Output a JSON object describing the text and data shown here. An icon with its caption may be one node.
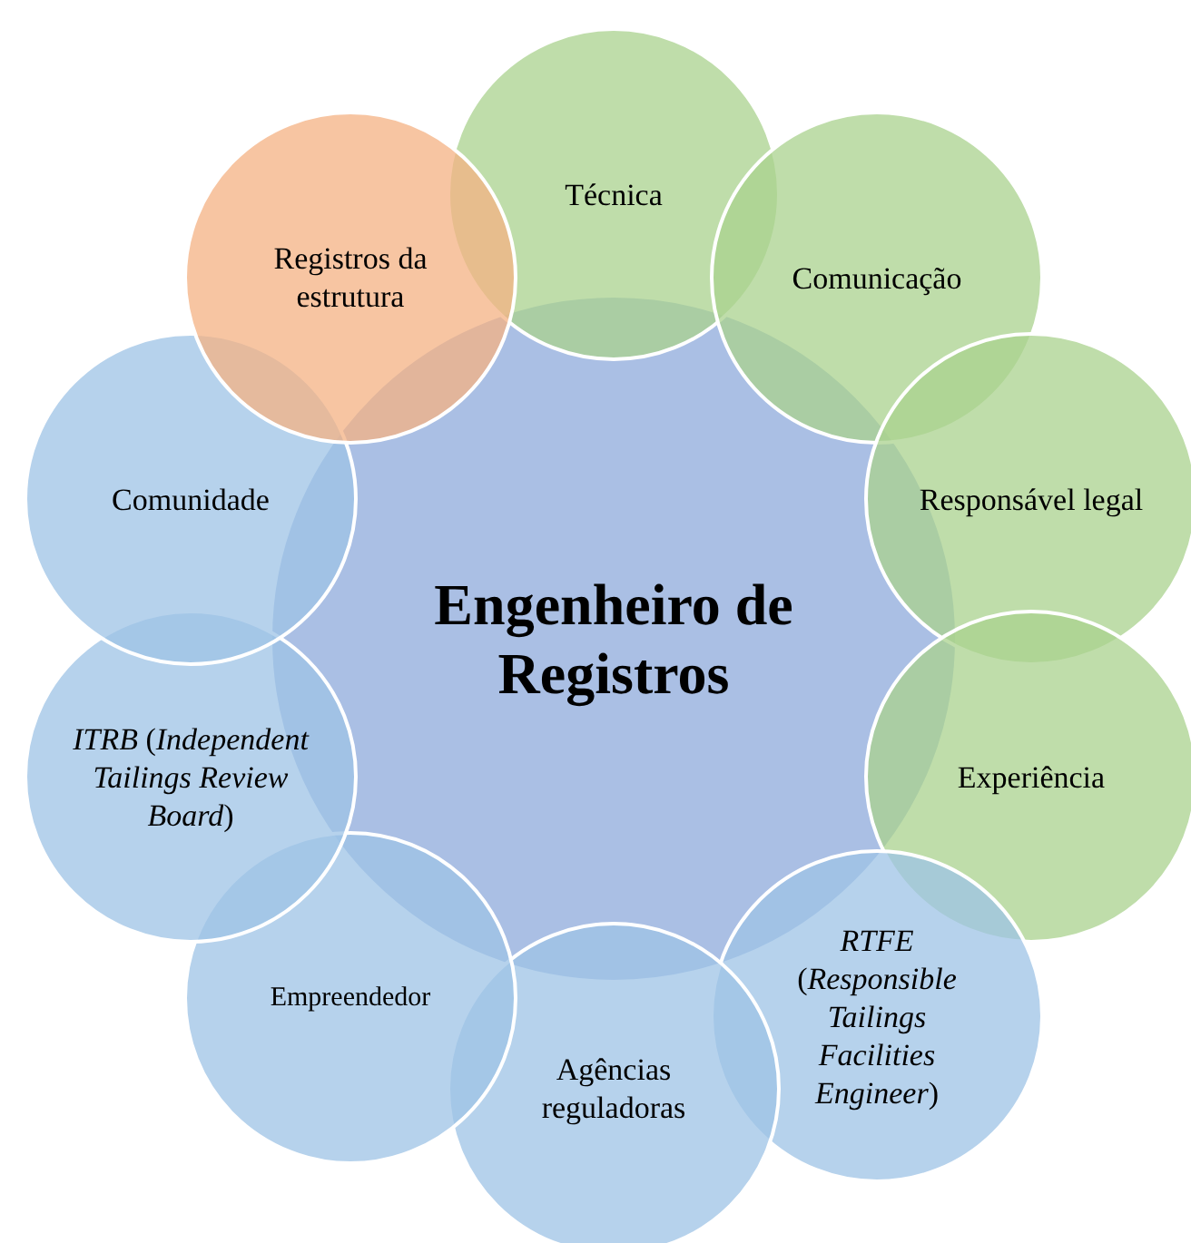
{
  "diagram": {
    "nodes": [
      {
        "text": [
          "Engenheiro de Registros"
        ]
      },
      {
        "text": [
          "Técnica"
        ]
      },
      {
        "text": [
          "Comunicação"
        ]
      },
      {
        "text": [
          "Responsável legal"
        ]
      },
      {
        "text": [
          "Experiência"
        ]
      },
      {
        "text": [
          "*RTFE* (*Responsible Tailings Facilities Engineer*)"
        ]
      },
      {
        "text": [
          "Agências reguladoras"
        ]
      },
      {
        "text": [
          "Empreendedor"
        ]
      },
      {
        "text": [
          "*ITRB* (*Independent Tailings Review Board*)"
        ]
      },
      {
        "text": [
          "Comunidade"
        ]
      },
      {
        "text": [
          "Registros da estrutura"
        ]
      }
    ]
  }
}
